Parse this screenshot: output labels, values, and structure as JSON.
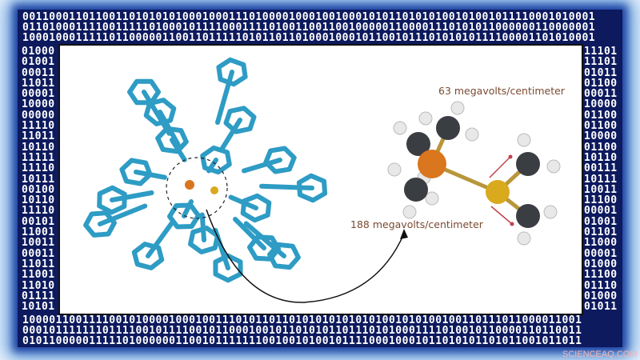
{
  "figure": {
    "labels": {
      "upper_field": "63 megavolts/centimeter",
      "lower_field": "188 megavolts/centimeter"
    },
    "watermark": "SCIENCEAQ.COM",
    "colors": {
      "frame_navy": "#0d1a5e",
      "cage_cyan": "#2e9cc4",
      "phosphorus_orange": "#d9761e",
      "sulfur_gold": "#d9a91e",
      "carbon_gray": "#3a3d42",
      "hydrogen_white": "#e8e8e8",
      "arrow_red": "#c0404a",
      "label_brown": "#7a4a30"
    }
  }
}
